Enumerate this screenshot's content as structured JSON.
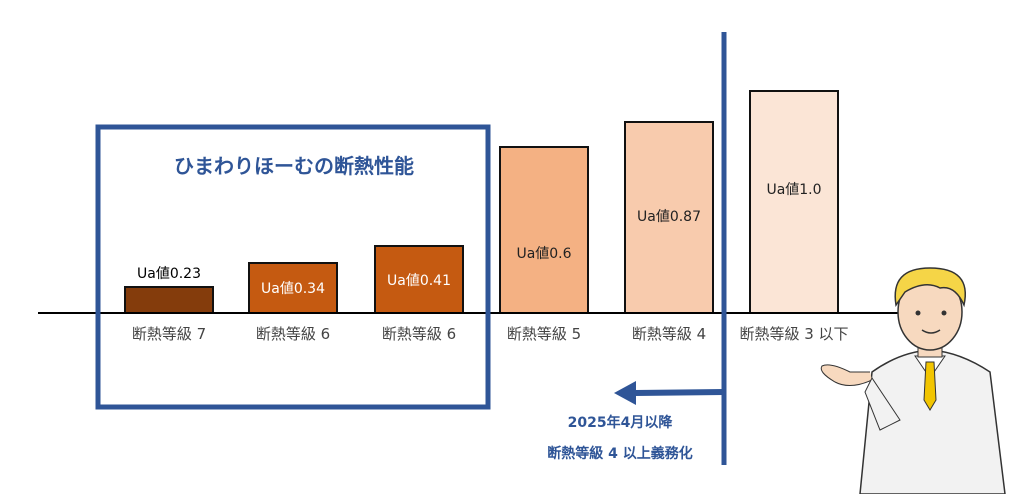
{
  "chart_data": {
    "type": "bar",
    "title": "ひまわりほーむの断熱性能",
    "categories": [
      "断熱等級 7",
      "断熱等級 6",
      "断熱等級 6",
      "断熱等級 5",
      "断熱等級 4",
      "断熱等級 3 以下"
    ],
    "values": [
      0.23,
      0.34,
      0.41,
      0.6,
      0.87,
      1.0
    ],
    "value_labels": [
      "Ua値0.23",
      "Ua値0.34",
      "Ua値0.41",
      "Ua値0.6",
      "Ua値0.87",
      "Ua値1.0"
    ],
    "colors": [
      "#843c0c",
      "#c55a11",
      "#c55a11",
      "#f4b183",
      "#f8cbad",
      "#fbe5d6"
    ],
    "label_colors": [
      "#000000",
      "#ffffff",
      "#ffffff",
      "#222222",
      "#222222",
      "#222222"
    ],
    "xlabel": "",
    "ylabel": "",
    "grid": false
  },
  "annotation": {
    "line1": "2025年4月以降",
    "line2": "断熱等級 4 以上義務化"
  },
  "accent": "#2f5597"
}
